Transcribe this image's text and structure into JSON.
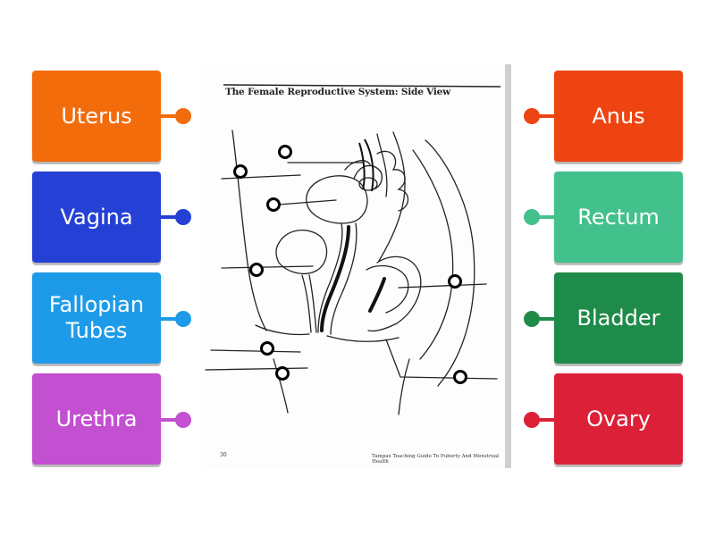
{
  "labels_left": [
    {
      "text": "Uterus",
      "color": "#f36c0c"
    },
    {
      "text": "Vagina",
      "color": "#2540d4"
    },
    {
      "text": "Fallopian\nTubes",
      "color": "#1e9be8"
    },
    {
      "text": "Urethra",
      "color": "#c34fd1"
    }
  ],
  "labels_right": [
    {
      "text": "Anus",
      "color": "#ee4411"
    },
    {
      "text": "Rectum",
      "color": "#43c18c"
    },
    {
      "text": "Bladder",
      "color": "#1f8b4a"
    },
    {
      "text": "Ovary",
      "color": "#dc2038"
    }
  ],
  "diagram": {
    "title": "The Female Reproductive System: Side View",
    "page_number": "30",
    "footer": "Tampax Teaching Guide To Puberty And Menstrual Health",
    "drop_targets_count": 8
  }
}
